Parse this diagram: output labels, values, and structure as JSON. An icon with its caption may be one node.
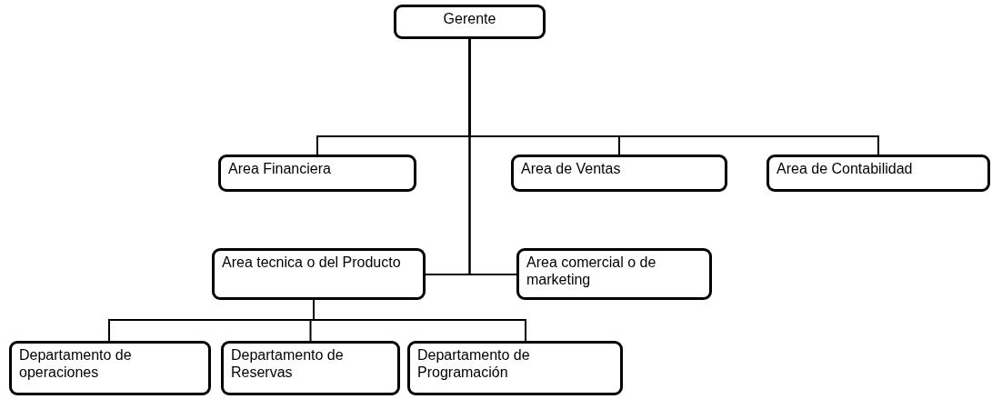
{
  "diagram": {
    "nodes": [
      {
        "text": [
          "Gerente"
        ]
      },
      {
        "text": [
          "Area Financiera"
        ]
      },
      {
        "text": [
          "Area de Ventas"
        ]
      },
      {
        "text": [
          "Area de Contabilidad"
        ]
      },
      {
        "text": [
          "Area tecnica o del Producto"
        ]
      },
      {
        "text": [
          "Area comercial o de marketing"
        ]
      },
      {
        "text": [
          "Departamento de operaciones"
        ]
      },
      {
        "text": [
          "Departamento de Reservas"
        ]
      },
      {
        "text": [
          "Departamento de Programación"
        ]
      }
    ],
    "edges": [
      {
        "from": 0,
        "to": 1,
        "arrow": "none"
      },
      {
        "from": 0,
        "to": 2,
        "arrow": "none"
      },
      {
        "from": 0,
        "to": 3,
        "arrow": "none"
      },
      {
        "from": 0,
        "to": 4,
        "arrow": "none"
      },
      {
        "from": 0,
        "to": 5,
        "arrow": "none"
      },
      {
        "from": 4,
        "to": 6,
        "arrow": "none"
      },
      {
        "from": 4,
        "to": 7,
        "arrow": "none"
      },
      {
        "from": 4,
        "to": 8,
        "arrow": "none"
      }
    ]
  }
}
